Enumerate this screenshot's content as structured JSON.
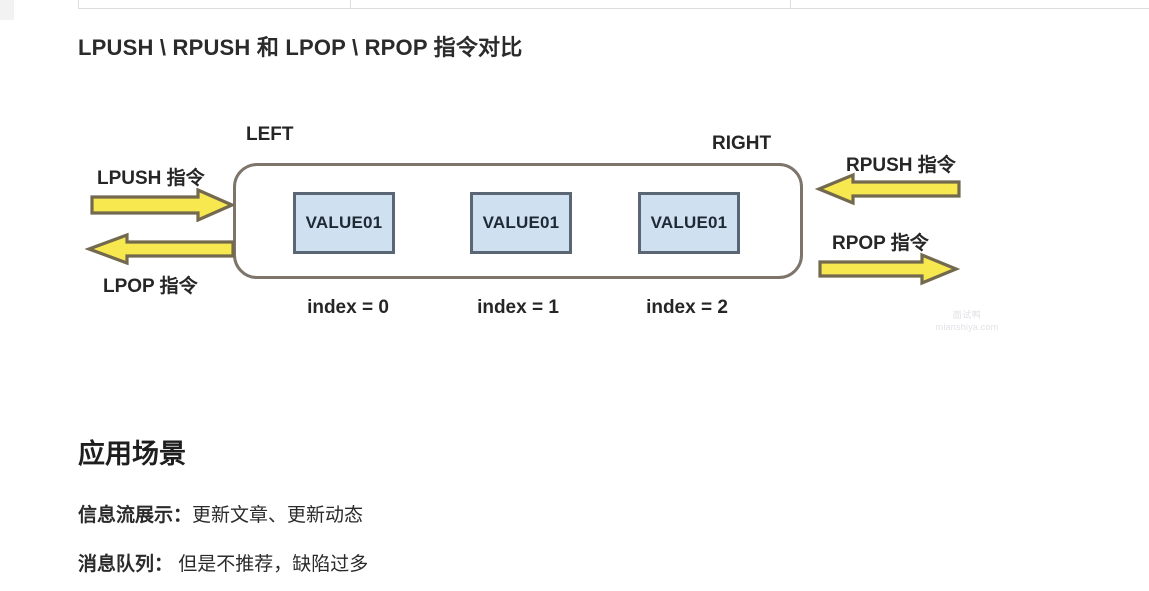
{
  "page": {
    "title": "LPUSH \\ RPUSH 和 LPOP \\ RPOP 指令对比",
    "background_color": "#ffffff",
    "text_color": "#2b2b2b"
  },
  "diagram": {
    "label_left": "LEFT",
    "label_right": "RIGHT",
    "container": {
      "border_color": "#7d746a",
      "fill_color": "#ffffff"
    },
    "value_boxes": [
      {
        "label": "VALUE01",
        "index_label": "index = 0"
      },
      {
        "label": "VALUE01",
        "index_label": "index = 1"
      },
      {
        "label": "VALUE01",
        "index_label": "index = 2"
      }
    ],
    "box_fill_color": "#cfe0f1",
    "box_border_color": "#5a6673",
    "arrow_fill_color": "#f7e84f",
    "arrow_border_color": "#73694f",
    "arrows": [
      {
        "label": "LPUSH 指令",
        "direction": "right",
        "side": "left"
      },
      {
        "label": "LPOP 指令",
        "direction": "left",
        "side": "left"
      },
      {
        "label": "RPUSH 指令",
        "direction": "left",
        "side": "right"
      },
      {
        "label": "RPOP 指令",
        "direction": "right",
        "side": "right"
      }
    ]
  },
  "scenarios": {
    "heading": "应用场景",
    "items": [
      {
        "label": "信息流展示：",
        "text": "更新文章、更新动态"
      },
      {
        "label": "消息队列：",
        "text": " 但是不推荐，缺陷过多"
      }
    ]
  },
  "watermark": {
    "line1": "面试鸭",
    "line2": "mianshiya.com"
  }
}
